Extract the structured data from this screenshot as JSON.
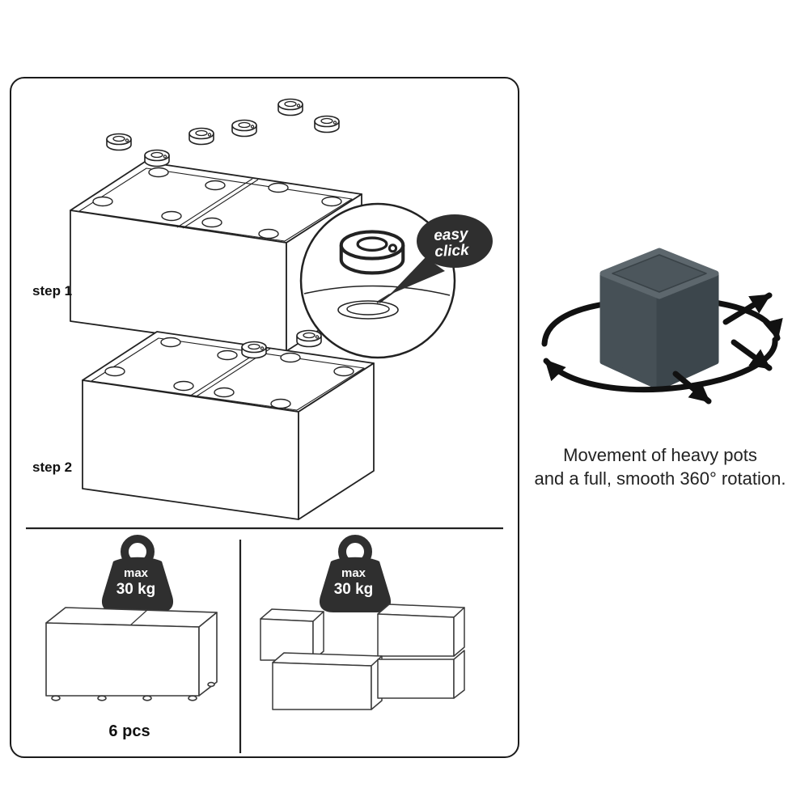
{
  "panel": {
    "step1_label": "step 1",
    "step2_label": "step 2",
    "easy_click": {
      "line1": "easy",
      "line2": "click"
    },
    "weight_left": {
      "line1": "max",
      "line2": "30 kg"
    },
    "weight_right": {
      "line1": "max",
      "line2": "30 kg"
    },
    "pieces_label": "6 pcs"
  },
  "right_panel": {
    "caption_line1": "Movement of heavy pots",
    "caption_line2": "and a full, smooth 360° rotation."
  },
  "icons": {
    "caster": "caster-wheel-icon",
    "magnifier": "magnifier-detail-circle",
    "bubble": "easy-click-speech-bubble",
    "weight": "kettlebell-max-weight-icon",
    "rotation": "rotation-arrows-icon",
    "pot": "cube-planter-illustration"
  },
  "colors": {
    "ink": "#222222",
    "dark_fill": "#2f2f2f",
    "pot_top": "#5d676d",
    "pot_front": "#465056",
    "pot_side": "#3c464c",
    "background": "#ffffff"
  }
}
